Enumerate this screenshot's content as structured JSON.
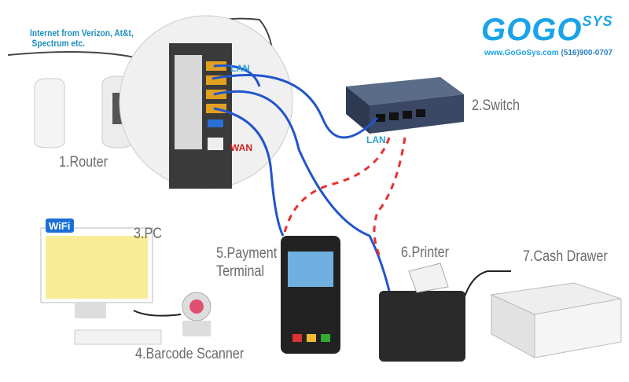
{
  "internet_note": [
    "Internet from Verizon, At&t,",
    "Spectrum etc."
  ],
  "logo": {
    "brand": "GOGO",
    "suffix": "SYS",
    "website": "www.GoGoSys.com",
    "phone": "(516)900-0707",
    "color": "#1aa3e8"
  },
  "ports": {
    "router_lan": "LAN",
    "router_wan": "WAN",
    "switch_lan": "LAN"
  },
  "devices": [
    "1.Router",
    "2.Switch",
    "3.PC",
    "4.Barcode Scanner",
    "5.Payment",
    "Terminal",
    "6.Printer",
    "7.Cash Drawer"
  ],
  "colors": {
    "cable": "#2255cc",
    "wifi": "#e83030",
    "lan_label": "#2a9fd6",
    "wan_label": "#d42020",
    "label": "#6b6b6b"
  },
  "wifi_badge": "WiFi"
}
